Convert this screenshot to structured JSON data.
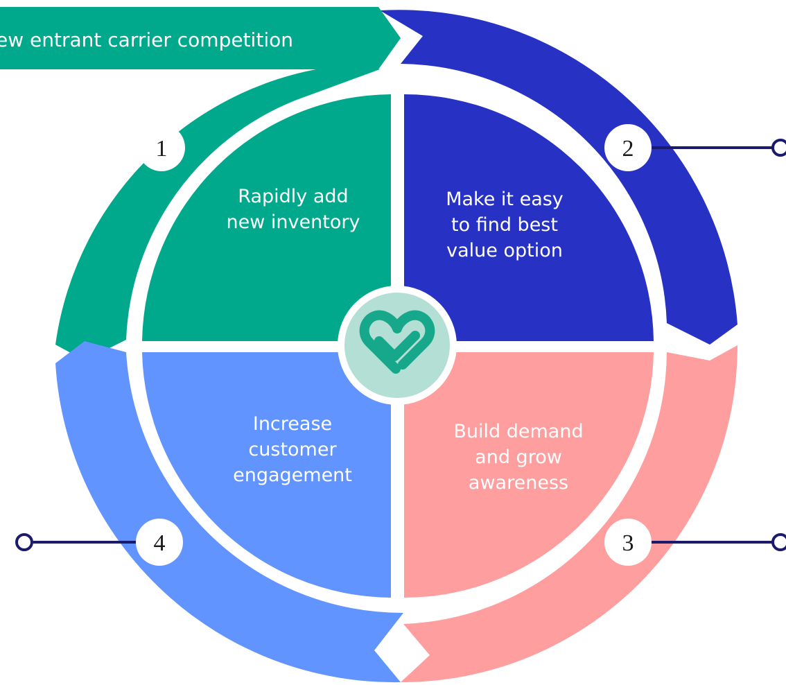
{
  "banner": {
    "text": "ew entrant carrier competition"
  },
  "quadrants": [
    {
      "id": "q1",
      "step": "1",
      "text": [
        "Rapidly add",
        "new inventory"
      ],
      "color": "#00a88c",
      "arc_color": "#00a88c"
    },
    {
      "id": "q2",
      "step": "2",
      "text": [
        "Make it easy",
        "to find best",
        "value option"
      ],
      "color": "#2732c4",
      "arc_color": "#2732c4"
    },
    {
      "id": "q3",
      "step": "3",
      "text": [
        "Build demand",
        "and grow",
        "awareness"
      ],
      "color": "#ff9e9e",
      "arc_color": "#ff9e9e"
    },
    {
      "id": "q4",
      "step": "4",
      "text": [
        "Increase",
        "customer",
        "engagement"
      ],
      "color": "#6194ff",
      "arc_color": "#6194ff"
    }
  ],
  "colors": {
    "connector": "#1b1a6b",
    "center_badge": "#b3dfd4",
    "heart_icon": "#17a88c",
    "number_circle": "#ffffff"
  },
  "icons": {
    "center": "heart-check-icon"
  }
}
